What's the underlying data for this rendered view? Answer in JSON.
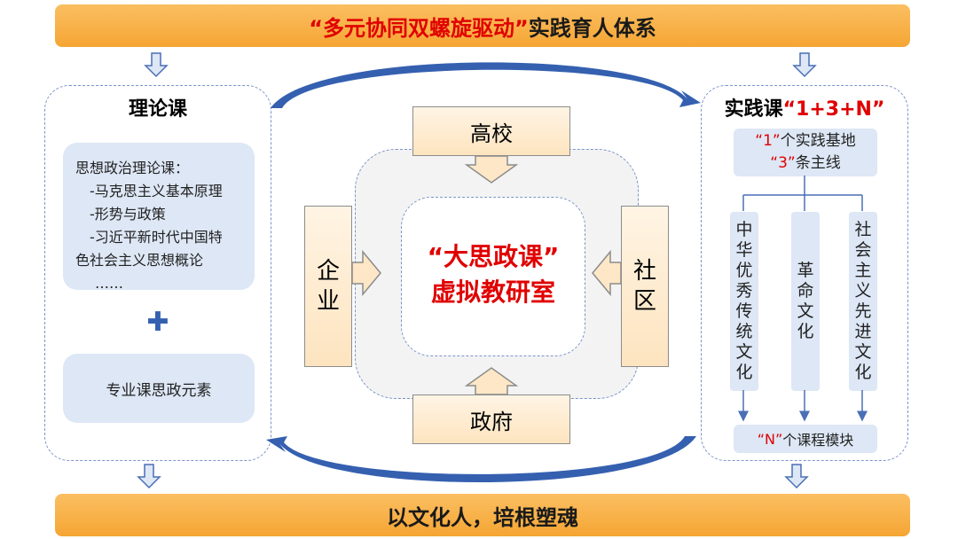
{
  "top_banner": {
    "quote": "“多元协同双螺旋驱动”",
    "rest": "实践育人体系"
  },
  "bottom_banner": "以文化人，培根塑魂",
  "theory": {
    "title": "理论课",
    "box1_lines": [
      "思想政治理论课：",
      "-马克思主义基本原理",
      "-形势与政策",
      "-习近平新时代中国特",
      "色社会主义思想概论",
      "……"
    ],
    "plus": "✚",
    "box2": "专业课思政元素"
  },
  "center": {
    "top": "高校",
    "bottom": "政府",
    "left": "企业",
    "right": "社区",
    "line1": "“大思政课”",
    "line2": "虚拟教研室"
  },
  "practice": {
    "title_black": "实践课",
    "title_red": "“1+3+N”",
    "base_red1": "“1”",
    "base_text1": "个实践基地",
    "base_red2": "“3”",
    "base_text2": "条主线",
    "lines": [
      "中华优秀传统文化",
      "革命文化",
      "社会主义先进文化"
    ],
    "module_red": "“N”",
    "module_text": "个课程模块"
  },
  "colors": {
    "banner": "#f5a533",
    "red": "#e00000",
    "blue_arrow": "#3560b0",
    "light_blue": "#dde7f5"
  }
}
